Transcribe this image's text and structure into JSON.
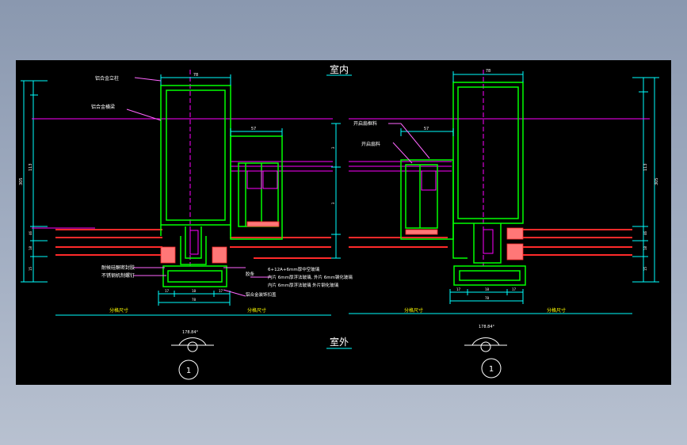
{
  "colors": {
    "background": "#000000",
    "window_frame": "#00ff00",
    "dimension": "#00ffff",
    "glass": "#ff2a2a",
    "centerline": "#ff00ff",
    "leader": "#ff66ff",
    "text_white": "#ffffff",
    "text_yellow": "#ffff00",
    "text_cyan": "#00ffff"
  },
  "drawing": {
    "label_interior": "室内",
    "label_exterior": "室外",
    "left_section": {
      "callout_top_1": "铝合金立柱",
      "callout_top_2": "铝合金横梁",
      "callout_bottom_1": "耐候硅酮密封胶",
      "callout_bottom_2": "不锈钢机制螺钉",
      "glass_note_1": "6+12A+6mm厚中空玻璃",
      "glass_note_2": "内片 6mm厚浮法玻璃,  外片 6mm钢化玻璃",
      "glass_note_3": "内片 6mm厚浮法玻璃 外片钢化玻璃",
      "side_note": "胶条",
      "bottom_note": "铝合金装饰扣盖",
      "dim_top": "78",
      "dim_right": "57",
      "dim_bottom_parts": [
        "17",
        "18",
        "17"
      ],
      "dim_bottom_total": "78",
      "span_label": "分格尺寸",
      "span_label_2": "分格尺寸",
      "vert_dims": [
        "305",
        "113",
        "46",
        "18",
        "15"
      ],
      "vert_dims_right": [
        "3",
        "3"
      ],
      "angle_label": "178.84°",
      "detail_number": "1"
    },
    "right_section": {
      "callout_1": "开启扇框料",
      "callout_2": "开启扇料",
      "dim_top": "78",
      "dim_left": "57",
      "dim_bottom_parts": [
        "17",
        "18",
        "17"
      ],
      "dim_bottom_total": "78",
      "span_label": "分格尺寸",
      "span_label_2": "分格尺寸",
      "vert_dims": [
        "305",
        "113",
        "46",
        "18",
        "15"
      ],
      "angle_label": "178.84°",
      "detail_number": "1"
    }
  }
}
